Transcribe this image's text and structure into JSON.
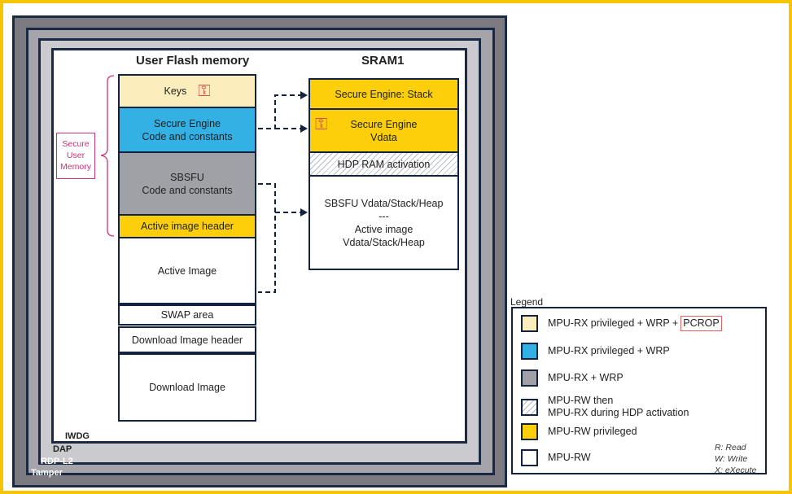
{
  "layers": {
    "tamper": "Tamper",
    "rdp": "RDP-L2",
    "dap": "DAP",
    "iwdg": "IWDG"
  },
  "flash": {
    "title": "User Flash memory",
    "blocks": [
      "Keys",
      "Secure Engine\nCode and constants",
      "SBSFU\nCode and constants",
      "Active image header",
      "Active Image",
      "SWAP area",
      "Download Image header",
      "Download Image"
    ]
  },
  "sram": {
    "title": "SRAM1",
    "blocks": [
      "Secure Engine: Stack",
      "Secure Engine\nVdata",
      "HDP RAM activation",
      "SBSFU Vdata/Stack/Heap\n---\nActive image\nVdata/Stack/Heap"
    ]
  },
  "secure_user_memory": "Secure\nUser\nMemory",
  "legend": {
    "title": "Legend",
    "items": [
      {
        "text": "MPU-RX privileged + WRP + ",
        "highlight": "PCROP",
        "color": "#fbeebc"
      },
      {
        "text": "MPU-RX privileged + WRP",
        "color": "#33b0e4"
      },
      {
        "text": "MPU-RX + WRP",
        "color": "#a0a1a6"
      },
      {
        "text": "MPU-RW then\nMPU-RX during HDP activation",
        "color": "hatch"
      },
      {
        "text": "MPU-RW privileged",
        "color": "#fccf0a"
      },
      {
        "text": "MPU-RW",
        "color": "#ffffff"
      }
    ],
    "notes": [
      "R: Read",
      "W: Write",
      "X: eXecute"
    ]
  },
  "colors": {
    "frame": "#f6c500",
    "border": "#12233f",
    "pink": "#d0307a"
  }
}
